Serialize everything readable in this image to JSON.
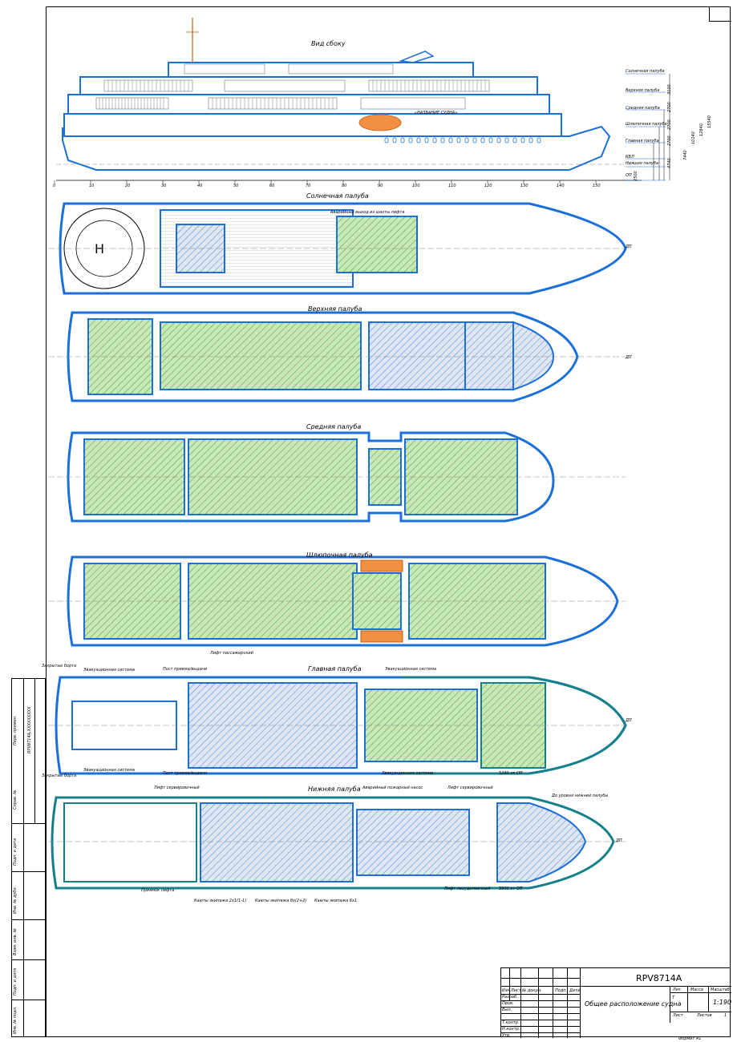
{
  "elevation": {
    "title": "Вид сбоку",
    "ship_name_label": "«НАЗВАНИЕ СУДНА»",
    "frame_ticks": [
      "0",
      "10",
      "20",
      "30",
      "40",
      "50",
      "60",
      "70",
      "80",
      "90",
      "100",
      "110",
      "120",
      "130",
      "140",
      "150"
    ],
    "level_labels": [
      "Солнечная палуба",
      "Верхняя палуба",
      "Средняя палуба",
      "Шлюпочная палуба",
      "Главная палуба",
      "КВЛ",
      "Нижняя палуба",
      "ОП"
    ],
    "dims": [
      "3100",
      "2700",
      "2700",
      "2700",
      "4740",
      "7440",
      "10140",
      "12840",
      "15540",
      "2500"
    ]
  },
  "decks": [
    {
      "title": "Солнечная палуба",
      "notes": [
        "Аварийный выход из шахты лифта"
      ]
    },
    {
      "title": "Верхняя палуба",
      "notes": []
    },
    {
      "title": "Средняя палуба",
      "notes": []
    },
    {
      "title": "Шлюпочная палуба",
      "notes": [
        "Лифт пассажирский"
      ]
    },
    {
      "title": "Главная палуба",
      "notes": [
        "Закрытые борта",
        "Эвакуационная система",
        "Пост приема/выдачи",
        "Эвакуационная система",
        "Закрытые борта",
        "Эвакуационная система",
        "Пост приема/выдачи",
        "Эвакуационная система",
        "5290 от ОП"
      ]
    },
    {
      "title": "Нижняя палуба",
      "notes": [
        "Лифт сервировочный",
        "Аварийный пожарный насос",
        "Лифт сервировочный",
        "До уровня нижней палубы",
        "Приямок лифта",
        "Каюты экипажа 2х1(1-1)",
        "Каюты экипажа 8х(2+2)",
        "Каюты экипажа 6х1",
        "Лифт посудомоечный",
        "3800 от ОП"
      ]
    }
  ],
  "centerline_label": "ДП",
  "side_strip": [
    "Инв. № подл.",
    "Подп. и дата",
    "Взам. инв. №",
    "Инв. № дубл.",
    "Подп. и дата",
    "Справ. №",
    "Перв. примен.",
    "RPV8714А.XXXXXXXXX"
  ],
  "title_block": {
    "doc_code": "RPV8714А",
    "doc_title": "Общее расположение судна",
    "col_lit": "Лит.",
    "col_mass": "Масса",
    "col_scale": "Масштаб",
    "lit_value": "Т",
    "scale_value": "1:190",
    "sheet_label": "Лист",
    "sheets_label": "Листов",
    "sheets_value": "1",
    "rev_headers": [
      "Изм.",
      "Лист",
      "№ докум.",
      "Подп.",
      "Дата"
    ],
    "roles": [
      "Разраб.",
      "Пров.",
      "Вып.",
      "Т.контр.",
      "Н.контр.",
      "Утв."
    ],
    "format": "Формат А1"
  },
  "colors": {
    "hull": "#1a6fd8",
    "teal": "#14808a",
    "hatch": "#4a9a3a",
    "fill": "#c8e8b8",
    "water": "#cfd8e8",
    "orange": "#f09040"
  }
}
